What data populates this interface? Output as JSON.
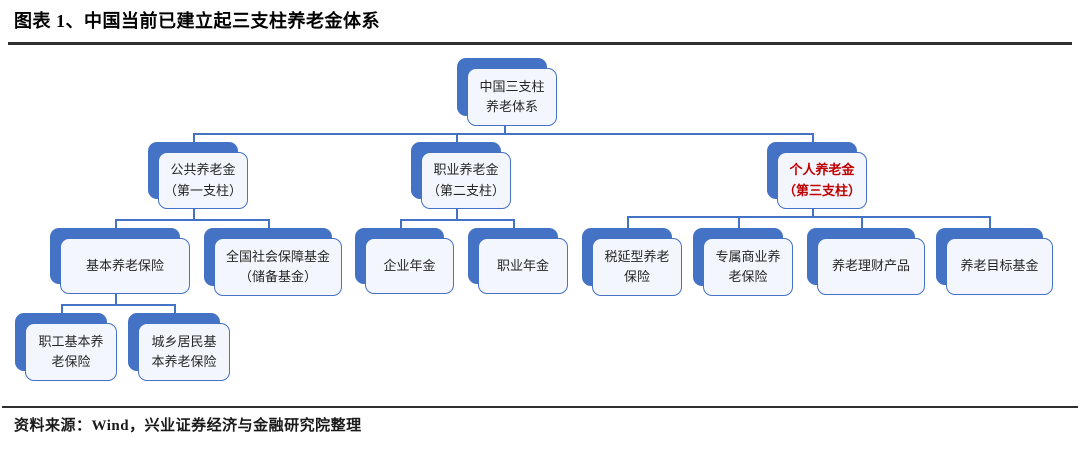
{
  "figure": {
    "title": "图表 1、中国当前已建立起三支柱养老金体系",
    "source": "资料来源：Wind，兴业证券经济与金融研究院整理"
  },
  "colors": {
    "node_shadow_blue": "#4472C4",
    "node_face_fill": "#F3F6FC",
    "node_border": "#4472C4",
    "connector": "#4472C4",
    "highlight_text": "#C00000",
    "node_text": "#262626",
    "rule": "#303030"
  },
  "diagram": {
    "type": "org-tree",
    "nodes": {
      "root": {
        "label": "中国三支柱\n养老体系",
        "parent": null
      },
      "pillar1": {
        "label": "公共养老金\n（第一支柱）",
        "parent": "root"
      },
      "pillar2": {
        "label": "职业养老金\n（第二支柱）",
        "parent": "root"
      },
      "pillar3": {
        "label": "个人养老金\n（第三支柱）",
        "parent": "root",
        "highlight": true
      },
      "basic_pension": {
        "label": "基本养老保险",
        "parent": "pillar1"
      },
      "nssf": {
        "label": "全国社会保障基金\n（储备基金）",
        "parent": "pillar1"
      },
      "enterprise_annuity": {
        "label": "企业年金",
        "parent": "pillar2"
      },
      "occupational_annuity": {
        "label": "职业年金",
        "parent": "pillar2"
      },
      "tax_deferred_insurance": {
        "label": "税延型养老\n保险",
        "parent": "pillar3"
      },
      "exclusive_commercial_insurance": {
        "label": "专属商业养\n老保险",
        "parent": "pillar3"
      },
      "pension_wealth_product": {
        "label": "养老理财产品",
        "parent": "pillar3"
      },
      "pension_target_fund": {
        "label": "养老目标基金",
        "parent": "pillar3"
      },
      "urban_employee_pension": {
        "label": "职工基本养\n老保险",
        "parent": "basic_pension"
      },
      "rural_resident_pension": {
        "label": "城乡居民基\n本养老保险",
        "parent": "basic_pension"
      }
    }
  }
}
